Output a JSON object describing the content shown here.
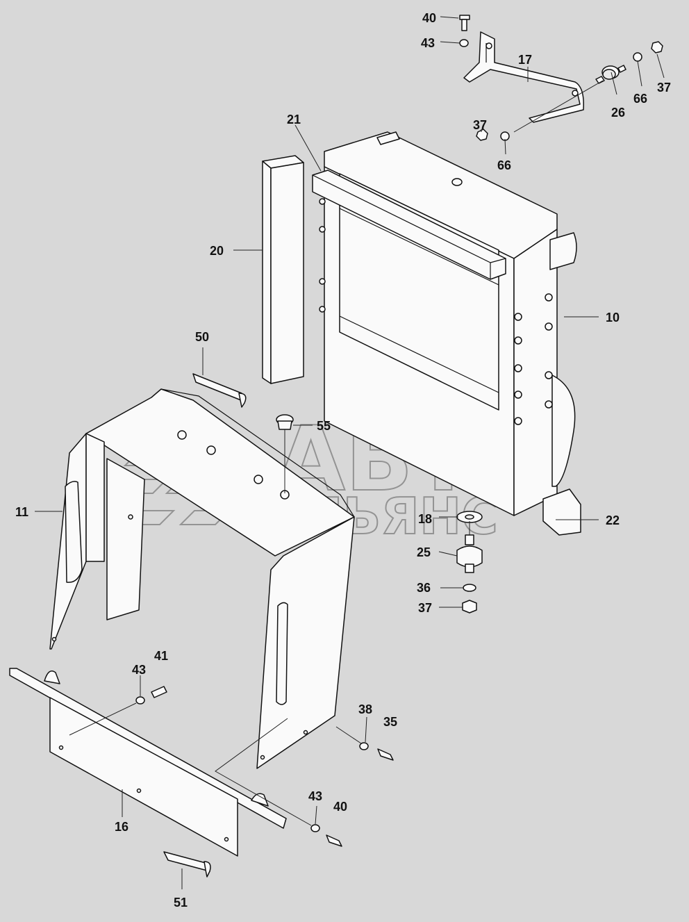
{
  "watermark": {
    "line1": "АВТО",
    "line2": "АЛЬЯНС"
  },
  "callouts": [
    {
      "id": "c-40-top",
      "label": "40"
    },
    {
      "id": "c-43-top",
      "label": "43"
    },
    {
      "id": "c-17",
      "label": "17"
    },
    {
      "id": "c-37-right",
      "label": "37"
    },
    {
      "id": "c-66-right",
      "label": "66"
    },
    {
      "id": "c-26",
      "label": "26"
    },
    {
      "id": "c-21",
      "label": "21"
    },
    {
      "id": "c-37-mid",
      "label": "37"
    },
    {
      "id": "c-66-mid",
      "label": "66"
    },
    {
      "id": "c-20",
      "label": "20"
    },
    {
      "id": "c-10",
      "label": "10"
    },
    {
      "id": "c-50",
      "label": "50"
    },
    {
      "id": "c-55",
      "label": "55"
    },
    {
      "id": "c-11",
      "label": "11"
    },
    {
      "id": "c-18",
      "label": "18"
    },
    {
      "id": "c-22",
      "label": "22"
    },
    {
      "id": "c-25",
      "label": "25"
    },
    {
      "id": "c-36",
      "label": "36"
    },
    {
      "id": "c-37-low",
      "label": "37"
    },
    {
      "id": "c-41",
      "label": "41"
    },
    {
      "id": "c-43-left",
      "label": "43"
    },
    {
      "id": "c-38",
      "label": "38"
    },
    {
      "id": "c-35",
      "label": "35"
    },
    {
      "id": "c-16",
      "label": "16"
    },
    {
      "id": "c-43-bottom",
      "label": "43"
    },
    {
      "id": "c-40-bottom",
      "label": "40"
    },
    {
      "id": "c-51",
      "label": "51"
    }
  ]
}
